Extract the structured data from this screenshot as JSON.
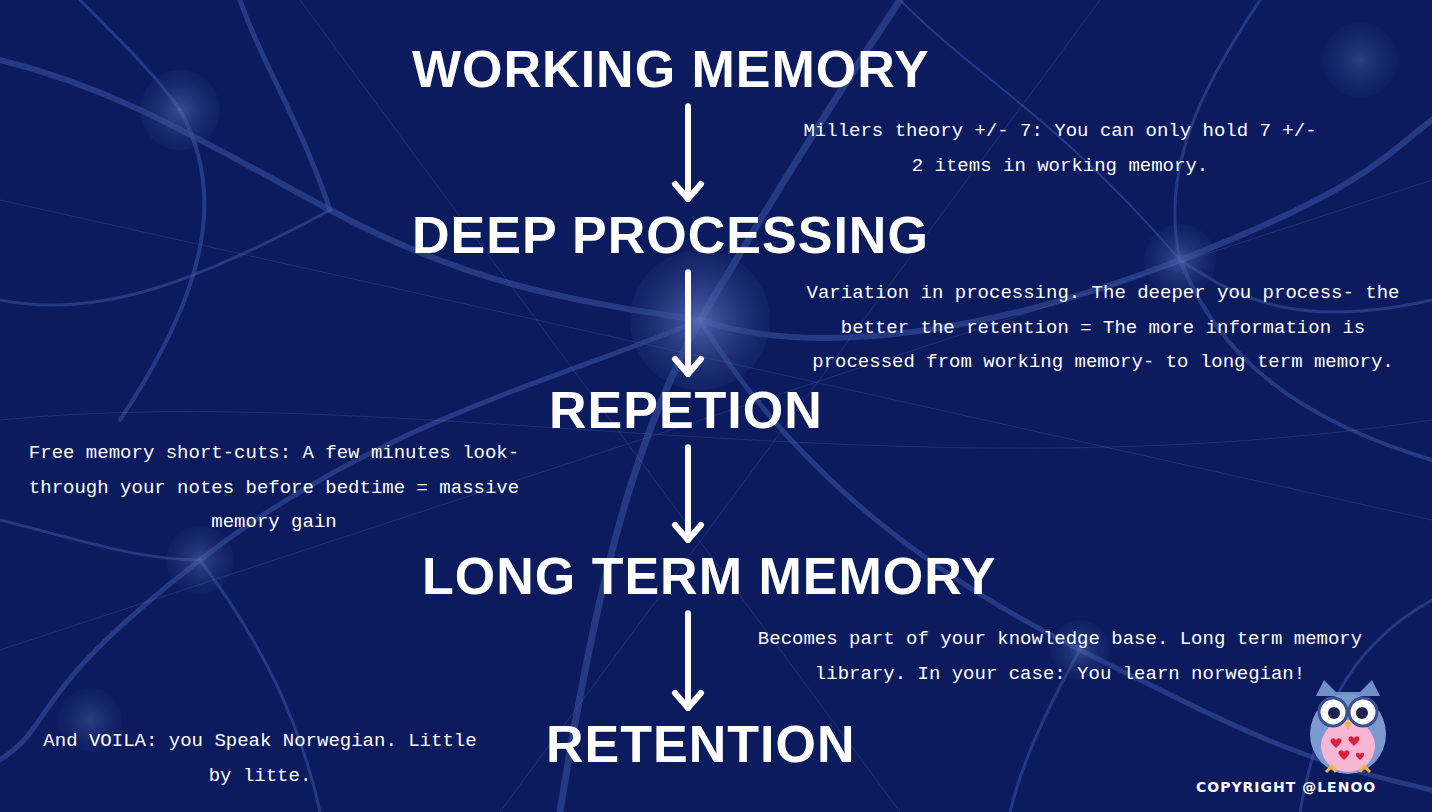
{
  "diagram": {
    "nodes": [
      {
        "text": [
          "WORKING MEMORY"
        ]
      },
      {
        "text": [
          "DEEP PROCESSING"
        ]
      },
      {
        "text": [
          "REPETION"
        ]
      },
      {
        "text": [
          "LONG TERM MEMORY"
        ]
      },
      {
        "text": [
          "RETENTION"
        ]
      }
    ],
    "edges": [
      {
        "from": 0,
        "to": 1,
        "arrow": "to"
      },
      {
        "from": 1,
        "to": 2,
        "arrow": "to"
      },
      {
        "from": 2,
        "to": 3,
        "arrow": "to"
      },
      {
        "from": 3,
        "to": 4,
        "arrow": "to"
      }
    ],
    "labels": [
      "Millers theory +/- 7: You can only hold 7 +/- 2 items in working memory.",
      "Variation in processing. The deeper you process- the better the retention = The more information is processed from working memory- to long term memory.",
      "Free memory short-cuts: A few minutes look-through your notes before bedtime = massive memory gain",
      "Becomes part of your knowledge base. Long term memory library. In your case: You learn norwegian!",
      "And VOILA: you Speak Norwegian. Little by litte.",
      "COPYRIGHT @LENOO"
    ]
  }
}
